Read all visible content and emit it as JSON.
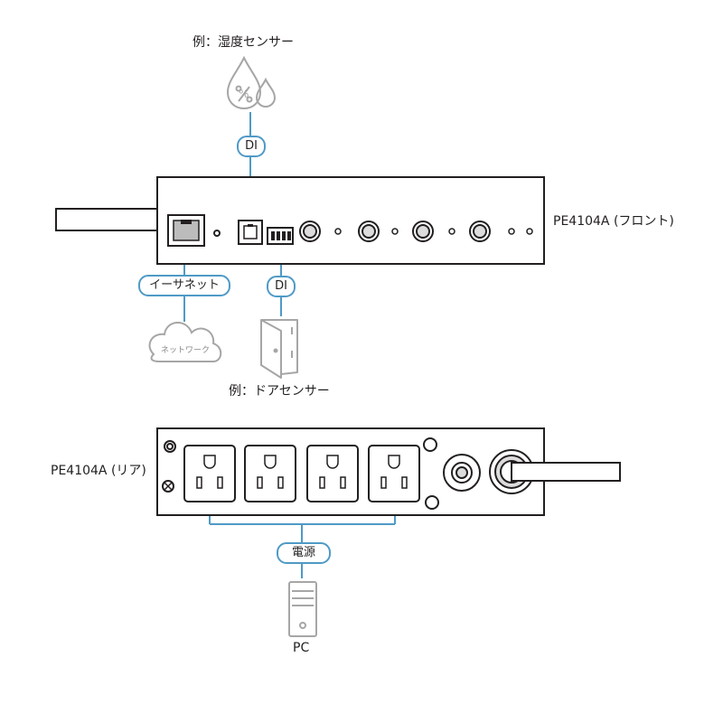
{
  "colors": {
    "connector": "#4f9ac6",
    "device_stroke": "#231f20",
    "sensor_gray": "#a6a6a6"
  },
  "top_sensor": {
    "caption": "例：湿度センサー",
    "icon": "humidity-drop-icon",
    "glyph": "%"
  },
  "badges": {
    "di_top": "DI",
    "di_door": "DI",
    "ethernet": "イーサネット",
    "power": "電源"
  },
  "network": {
    "label": "ネットワーク",
    "icon": "cloud-icon"
  },
  "door_sensor": {
    "caption": "例：ドアセンサー",
    "icon": "door-icon"
  },
  "front_device": {
    "label": "PE4104A (フロント)"
  },
  "rear_device": {
    "label": "PE4104A (リア)",
    "outlet_count": 4
  },
  "pc": {
    "label": "PC",
    "icon": "pc-tower-icon"
  }
}
